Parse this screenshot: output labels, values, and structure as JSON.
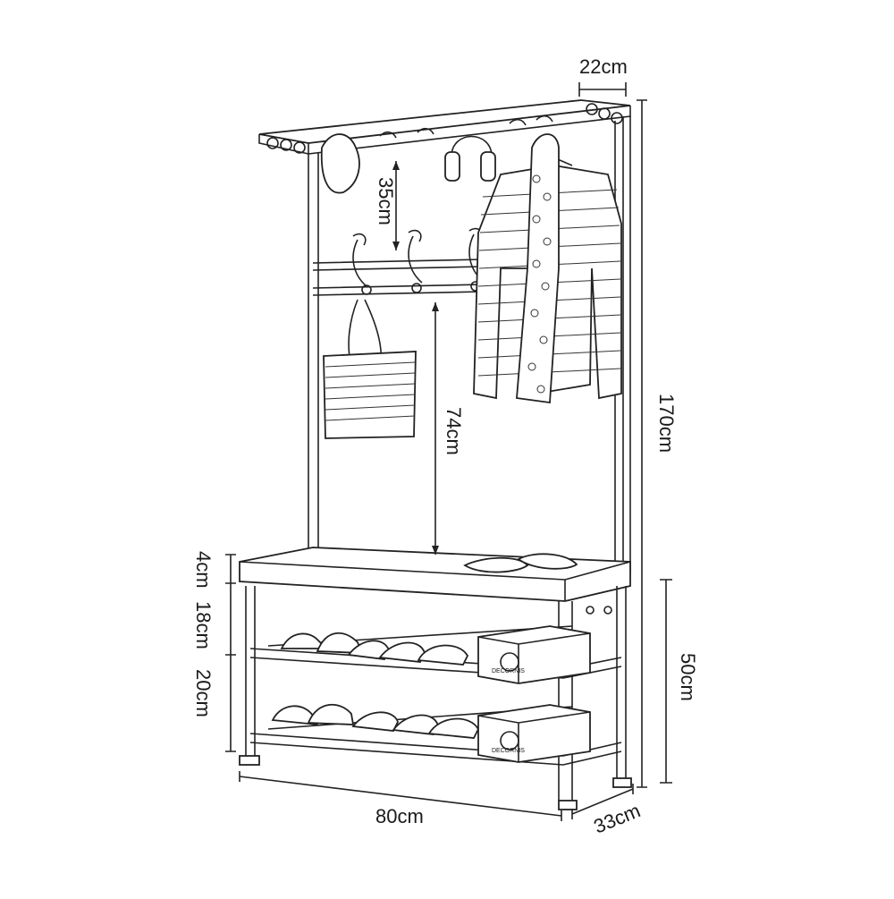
{
  "dimensions": {
    "depth_top": "22cm",
    "hook_gap": "35cm",
    "rail_to_bench": "74cm",
    "total_height": "170cm",
    "cushion": "4cm",
    "shelf_gap_1": "18cm",
    "shelf_gap_2": "20cm",
    "bench_height": "50cm",
    "width": "80cm",
    "depth_bottom": "33cm"
  },
  "box_label": "DECORNIS"
}
